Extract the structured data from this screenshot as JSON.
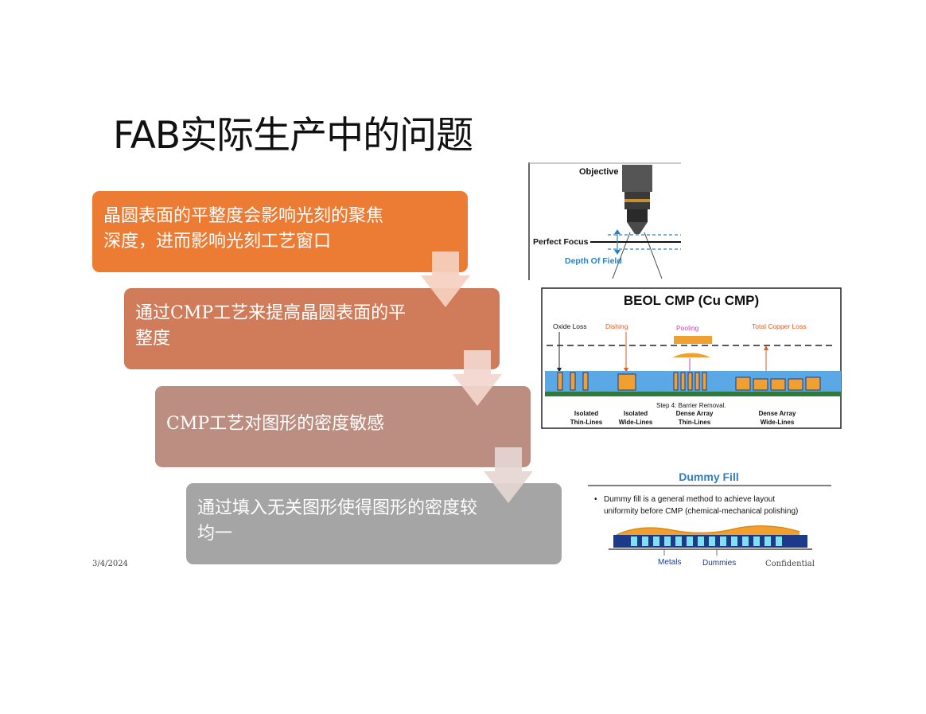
{
  "slide": {
    "title": "FAB实际生产中的问题",
    "footer_date": "3/4/2024",
    "footer_confidential": "Confidential"
  },
  "steps": [
    {
      "text": "晶圆表面的平整度会影响光刻的聚焦深度，进而影响光刻工艺窗口",
      "color": "#ec7b34"
    },
    {
      "text": "通过CMP工艺来提高晶圆表面的平整度",
      "color": "#d07c5a"
    },
    {
      "text": "CMP工艺对图形的密度敏感",
      "color": "#bc8d81"
    },
    {
      "text": "通过填入无关图形使得图形的密度较均一",
      "color": "#a5a5a5"
    }
  ],
  "focus_figure": {
    "objective_label": "Objective",
    "perfect_focus_label": "Perfect Focus",
    "depth_of_field_label": "Depth Of Field"
  },
  "beol_figure": {
    "title": "BEOL CMP (Cu CMP)",
    "oxide_loss": "Oxide Loss",
    "dishing": "Dishing",
    "pooling": "Pooling",
    "total_copper_loss": "Total Copper Loss",
    "step_caption": "Step 4: Barrier Removal.",
    "columns": [
      {
        "line1": "Isolated",
        "line2": "Thin-Lines"
      },
      {
        "line1": "Isolated",
        "line2": "Wide-Lines"
      },
      {
        "line1": "Dense Array",
        "line2": "Thin-Lines"
      },
      {
        "line1": "Dense Array",
        "line2": "Wide-Lines"
      }
    ]
  },
  "dummy_figure": {
    "title": "Dummy Fill",
    "bullet": "Dummy fill is a general method to achieve layout uniformity before CMP (chemical-mechanical polishing)",
    "bullet_line1": "Dummy fill is a general method to achieve layout",
    "bullet_line2": "uniformity before CMP (chemical-mechanical polishing)",
    "metals_label": "Metals",
    "dummies_label": "Dummies"
  },
  "colors": {
    "orange": "#ec7b34",
    "blue_text": "#2e7fc1",
    "dielectric_blue": "#5aa8e6",
    "copper_orange": "#f0a030",
    "fill_cyan": "#7fe0f0",
    "metal_navy": "#1d3a8a"
  }
}
